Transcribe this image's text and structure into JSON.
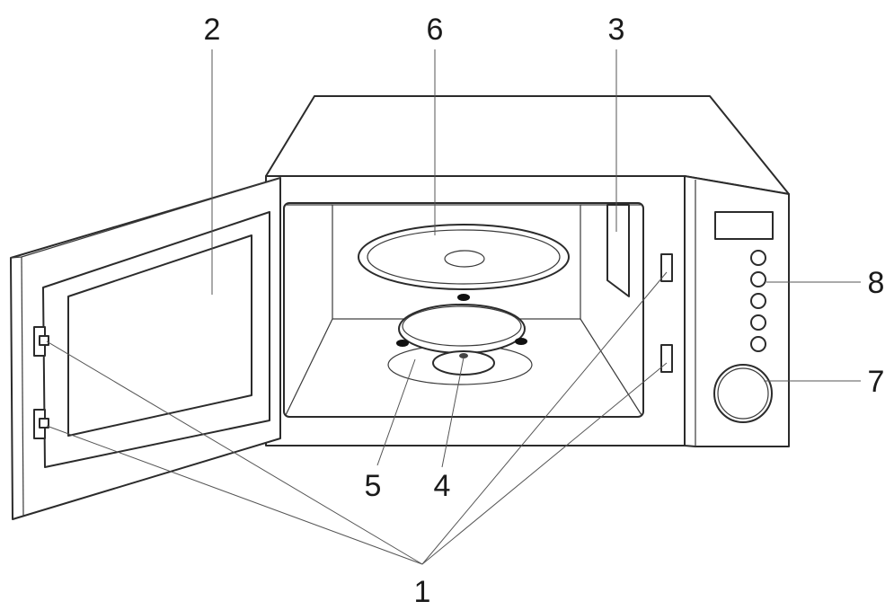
{
  "callouts": {
    "door_hinges": "1",
    "door_window": "2",
    "waveguide_cover": "3",
    "turntable_shaft": "4",
    "roller_ring": "5",
    "glass_tray": "6",
    "control_knob": "7",
    "control_buttons": "8"
  }
}
